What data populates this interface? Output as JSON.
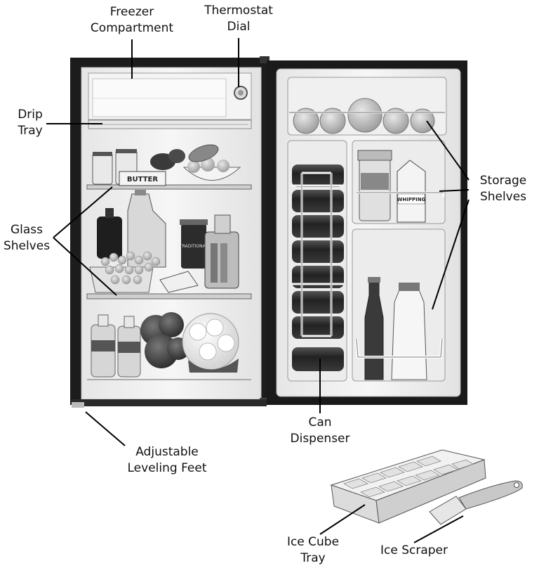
{
  "labels": {
    "freezer_compartment": [
      "Freezer",
      "Compartment"
    ],
    "thermostat_dial": [
      "Thermostat",
      "Dial"
    ],
    "drip_tray": [
      "Drip",
      "Tray"
    ],
    "glass_shelves": [
      "Glass",
      "Shelves"
    ],
    "storage_shelves": [
      "Storage",
      "Shelves"
    ],
    "can_dispenser": [
      "Can",
      "Dispenser"
    ],
    "adjustable_leveling_feet": [
      "Adjustable",
      "Leveling Feet"
    ],
    "ice_cube_tray": [
      "Ice Cube",
      "Tray"
    ],
    "ice_scraper": [
      "Ice Scraper"
    ]
  },
  "product_text": {
    "butter": "BUTTER",
    "whipping": "WHIPPING",
    "traditional": "TRADITIONAL"
  },
  "colors": {
    "cabinet": "#1c1c1c",
    "liner": "#efefef",
    "leader_line": "#000000"
  }
}
